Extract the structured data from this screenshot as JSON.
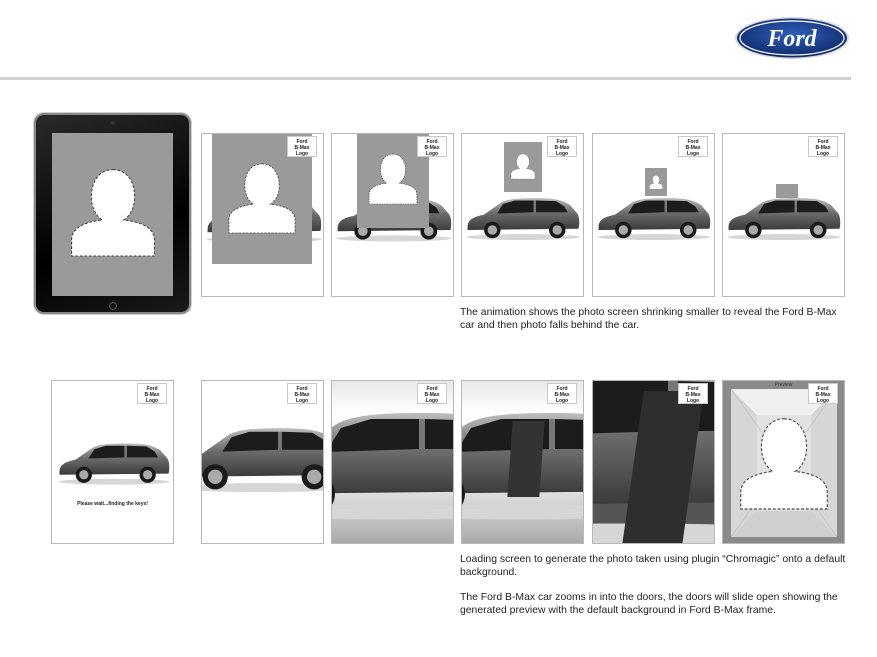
{
  "brand": {
    "logo_text": "Ford",
    "logo_color": "#1f3f8f"
  },
  "frame_logo": {
    "line1": "Ford",
    "line2": "B-Max",
    "line3": "Logo"
  },
  "row1": {
    "caption": "The animation shows the photo screen shrinking smaller to reveal the Ford B-Max car and then photo falls behind the car."
  },
  "row2": {
    "waiting_text": "Please wait...finding the keys!",
    "preview_label": "Preview",
    "caption_1": "Loading screen to generate the photo taken using plugin “Chromagic” onto a default background.",
    "caption_2": "The Ford B-Max car zooms in into the doors, the doors will slide open showing the generated preview with the default background in Ford B-Max frame."
  },
  "colors": {
    "photo_grey": "#9a9a9a",
    "frame_border": "#b8b8b8",
    "rule": "#cfcfcf"
  },
  "icons": [
    "ford-logo-icon",
    "person-silhouette-icon",
    "car-image",
    "tablet-device"
  ]
}
